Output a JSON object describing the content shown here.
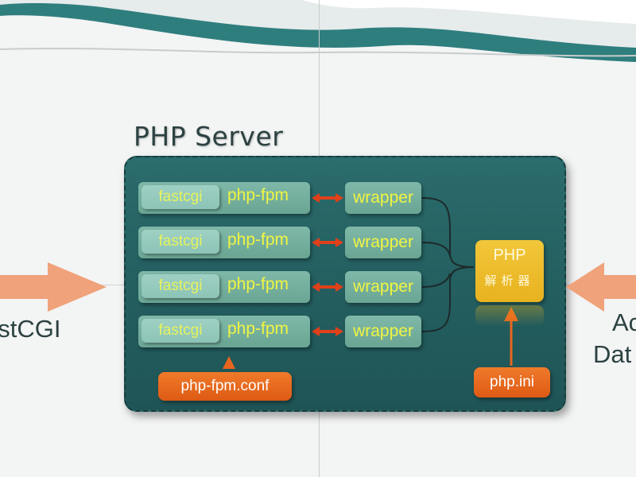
{
  "server": {
    "title": "PHP Server"
  },
  "fpm_rows": [
    {
      "fastcgi": "fastcgi",
      "fpm": "php-fpm",
      "wrapper": "wrapper"
    },
    {
      "fastcgi": "fastcgi",
      "fpm": "php-fpm",
      "wrapper": "wrapper"
    },
    {
      "fastcgi": "fastcgi",
      "fpm": "php-fpm",
      "wrapper": "wrapper"
    },
    {
      "fastcgi": "fastcgi",
      "fpm": "php-fpm",
      "wrapper": "wrapper"
    }
  ],
  "parser": {
    "line1": "PHP",
    "line2": "解析器"
  },
  "config": {
    "fpm_conf": "php-fpm.conf",
    "php_ini": "php.ini"
  },
  "left_side": {
    "label": "astCGI"
  },
  "right_side": {
    "line1": "Ac",
    "line2": "Dat"
  },
  "colors": {
    "server_fill": "#245f60",
    "module_fill": "#7fb8a8",
    "module_text": "#f0f542",
    "parser_fill": "#f2c73a",
    "config_fill": "#e8661e",
    "arrow_fill": "#f0a27a",
    "arrow_red": "#e0401a"
  }
}
